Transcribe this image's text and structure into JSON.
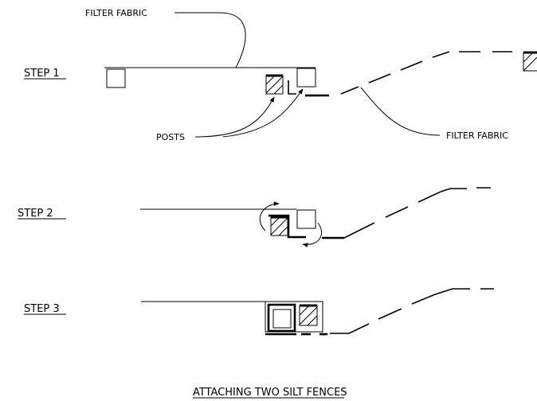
{
  "labels": {
    "filter_fabric_top": "FILTER FABRIC",
    "filter_fabric_right": "FILTER FABRIC",
    "posts": "POSTS",
    "step1": "STEP 1",
    "step2": "STEP 2",
    "step3": "STEP 3",
    "title": "ATTACHING TWO SILT FENCES"
  },
  "colors": {
    "line": "#000000",
    "background": "#ffffff"
  }
}
